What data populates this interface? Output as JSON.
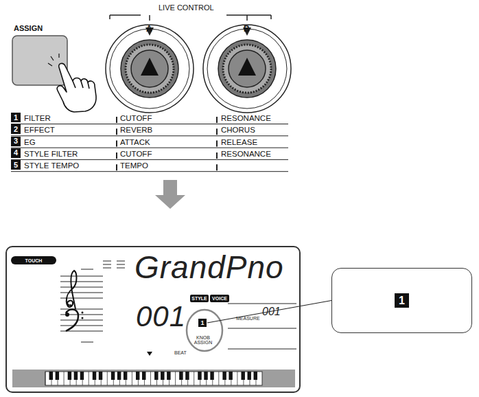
{
  "diagram": {
    "nodes": [
      {
        "text": [
          "1"
        ]
      },
      {
        "text": [
          "2"
        ]
      },
      {
        "text": [
          "3"
        ]
      },
      {
        "text": [
          "4"
        ]
      },
      {
        "text": [
          "5"
        ]
      },
      {
        "text": [
          "GrandPno",
          "001",
          "MEASURE",
          "001",
          "BEAT",
          "KNOB ASSIGN"
        ]
      },
      {
        "text": [
          "TOUCH"
        ],
        "in": 5
      },
      {
        "text": [
          "STYLE"
        ],
        "in": 5
      },
      {
        "text": [
          "VOICE"
        ],
        "in": 5
      },
      {
        "text": [
          "1"
        ],
        "in": 5
      },
      {
        "text": [
          "1"
        ]
      }
    ],
    "edges": [
      {
        "from": 9,
        "to": 10,
        "arrow": "none"
      }
    ],
    "labels": [
      "LIVE CONTROL",
      "ASSIGN",
      "A",
      "B",
      "FILTER",
      "CUTOFF",
      "RESONANCE",
      "EFFECT",
      "REVERB",
      "CHORUS",
      "EG",
      "ATTACK",
      "RELEASE",
      "STYLE FILTER",
      "CUTOFF",
      "RESONANCE",
      "STYLE TEMPO",
      "TEMPO"
    ]
  }
}
